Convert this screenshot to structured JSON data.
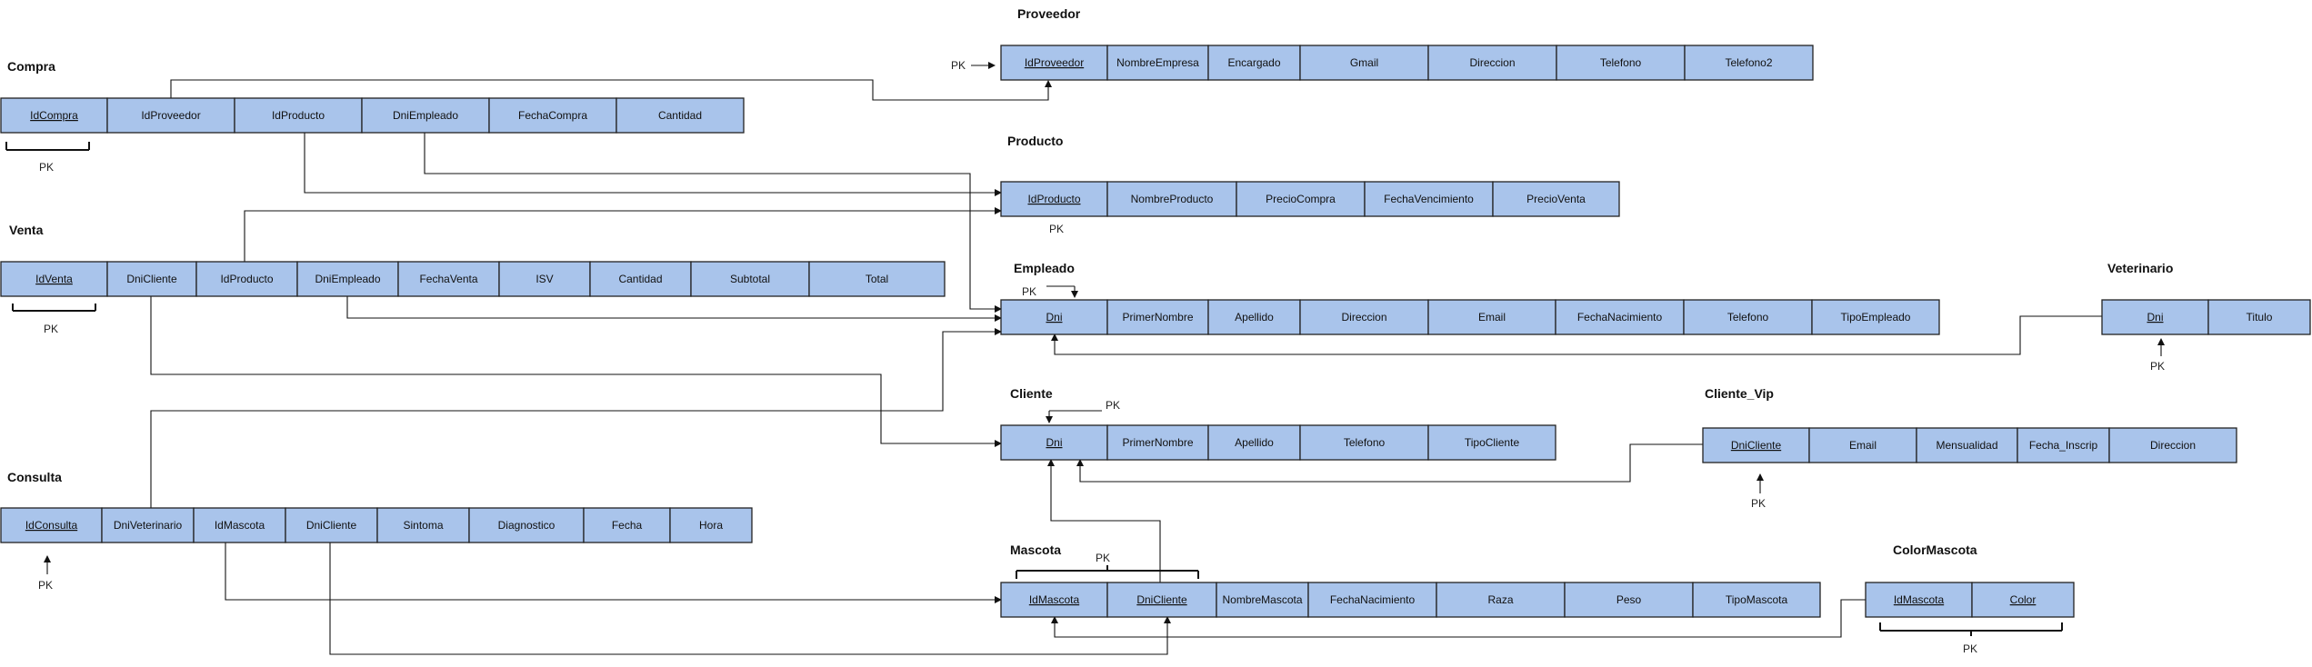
{
  "tables": [
    {
      "id": "compra",
      "title": "Compra",
      "fields": [
        {
          "label": "IdCompra",
          "key": true
        },
        {
          "label": "IdProveedor"
        },
        {
          "label": "IdProducto"
        },
        {
          "label": "DniEmpleado"
        },
        {
          "label": "FechaCompra"
        },
        {
          "label": "Cantidad"
        }
      ]
    },
    {
      "id": "proveedor",
      "title": "Proveedor",
      "fields": [
        {
          "label": "IdProveedor",
          "key": true
        },
        {
          "label": "NombreEmpresa"
        },
        {
          "label": "Encargado"
        },
        {
          "label": "Gmail"
        },
        {
          "label": "Direccion"
        },
        {
          "label": "Telefono"
        },
        {
          "label": "Telefono2"
        }
      ]
    },
    {
      "id": "producto",
      "title": "Producto",
      "fields": [
        {
          "label": "IdProducto",
          "key": true
        },
        {
          "label": "NombreProducto"
        },
        {
          "label": "PrecioCompra"
        },
        {
          "label": "FechaVencimiento"
        },
        {
          "label": "PrecioVenta"
        }
      ]
    },
    {
      "id": "venta",
      "title": "Venta",
      "fields": [
        {
          "label": "IdVenta",
          "key": true
        },
        {
          "label": "DniCliente"
        },
        {
          "label": "IdProducto"
        },
        {
          "label": "DniEmpleado"
        },
        {
          "label": "FechaVenta"
        },
        {
          "label": "ISV"
        },
        {
          "label": "Cantidad"
        },
        {
          "label": "Subtotal"
        },
        {
          "label": "Total"
        }
      ]
    },
    {
      "id": "empleado",
      "title": "Empleado",
      "fields": [
        {
          "label": "Dni",
          "key": true
        },
        {
          "label": "PrimerNombre"
        },
        {
          "label": "Apellido"
        },
        {
          "label": "Direccion"
        },
        {
          "label": "Email"
        },
        {
          "label": "FechaNacimiento"
        },
        {
          "label": "Telefono"
        },
        {
          "label": "TipoEmpleado"
        }
      ]
    },
    {
      "id": "veterinario",
      "title": "Veterinario",
      "fields": [
        {
          "label": "Dni",
          "key": true
        },
        {
          "label": "Titulo"
        }
      ]
    },
    {
      "id": "cliente",
      "title": "Cliente",
      "fields": [
        {
          "label": "Dni",
          "key": true
        },
        {
          "label": "PrimerNombre"
        },
        {
          "label": "Apellido"
        },
        {
          "label": "Telefono"
        },
        {
          "label": "TipoCliente"
        }
      ]
    },
    {
      "id": "cliente_vip",
      "title": "Cliente_Vip",
      "fields": [
        {
          "label": "DniCliente",
          "key": true
        },
        {
          "label": "Email"
        },
        {
          "label": "Mensualidad"
        },
        {
          "label": "Fecha_Inscrip"
        },
        {
          "label": "Direccion"
        }
      ]
    },
    {
      "id": "consulta",
      "title": "Consulta",
      "fields": [
        {
          "label": "IdConsulta",
          "key": true
        },
        {
          "label": "DniVeterinario"
        },
        {
          "label": "IdMascota"
        },
        {
          "label": "DniCliente"
        },
        {
          "label": "Sintoma"
        },
        {
          "label": "Diagnostico"
        },
        {
          "label": "Fecha"
        },
        {
          "label": "Hora"
        }
      ]
    },
    {
      "id": "mascota",
      "title": "Mascota",
      "fields": [
        {
          "label": "IdMascota",
          "key": true
        },
        {
          "label": "DniCliente",
          "key": true
        },
        {
          "label": "NombreMascota"
        },
        {
          "label": "FechaNacimiento"
        },
        {
          "label": "Raza"
        },
        {
          "label": "Peso"
        },
        {
          "label": "TipoMascota"
        }
      ]
    },
    {
      "id": "colormascota",
      "title": "ColorMascota",
      "fields": [
        {
          "label": "IdMascota",
          "key": true
        },
        {
          "label": "Color",
          "key": true
        }
      ]
    }
  ],
  "pk_markers": [
    {
      "id": "proveedor",
      "text": "PK"
    },
    {
      "id": "compra",
      "text": "PK"
    },
    {
      "id": "producto",
      "text": "PK"
    },
    {
      "id": "venta",
      "text": "PK"
    },
    {
      "id": "empleado",
      "text": "PK"
    },
    {
      "id": "veterinario",
      "text": "PK"
    },
    {
      "id": "cliente",
      "text": "PK"
    },
    {
      "id": "cliente_vip",
      "text": "PK"
    },
    {
      "id": "consulta",
      "text": "PK"
    },
    {
      "id": "mascota",
      "text": "PK"
    },
    {
      "id": "colormascota",
      "text": "PK"
    }
  ],
  "relations": [
    {
      "from": "compra.IdProveedor",
      "to": "proveedor.IdProveedor"
    },
    {
      "from": "compra.IdProducto",
      "to": "producto.IdProducto"
    },
    {
      "from": "compra.DniEmpleado",
      "to": "empleado.Dni"
    },
    {
      "from": "venta.IdProducto",
      "to": "producto.IdProducto"
    },
    {
      "from": "venta.DniEmpleado",
      "to": "empleado.Dni"
    },
    {
      "from": "venta.DniCliente",
      "to": "cliente.Dni"
    },
    {
      "from": "consulta.DniVeterinario",
      "to": "empleado.Dni"
    },
    {
      "from": "veterinario.Dni",
      "to": "empleado.Dni"
    },
    {
      "from": "cliente_vip.DniCliente",
      "to": "cliente.Dni"
    },
    {
      "from": "mascota.DniCliente",
      "to": "cliente.Dni"
    },
    {
      "from": "consulta.IdMascota",
      "to": "mascota.IdMascota"
    },
    {
      "from": "consulta.DniCliente",
      "to": "mascota.DniCliente"
    },
    {
      "from": "colormascota.IdMascota",
      "to": "mascota.IdMascota"
    }
  ],
  "colors": {
    "cell_fill": "#a9c4eb",
    "cell_border": "#222222",
    "line": "#111111"
  }
}
